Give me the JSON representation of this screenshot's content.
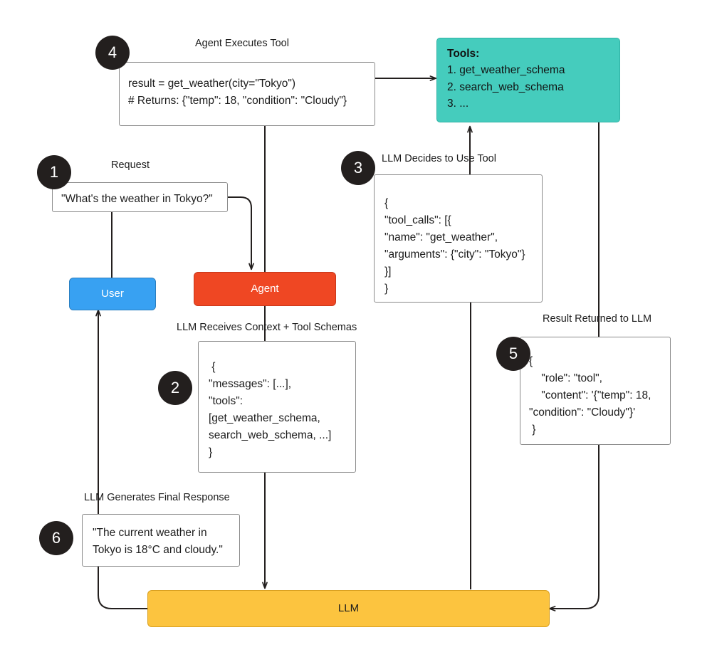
{
  "diagram": {
    "title": "LLM Agent Tool-Calling Flow",
    "colors": {
      "user": "#38a1f2",
      "agent": "#ef4723",
      "llm": "#fcc43f",
      "tools": "#45ccbd",
      "badge": "#231f1e",
      "box_border": "#8a8a8a"
    }
  },
  "nodes": {
    "user": {
      "label": "User"
    },
    "agent": {
      "label": "Agent"
    },
    "llm": {
      "label": "LLM"
    },
    "tools": {
      "heading": "Tools:",
      "items": [
        "1. get_weather_schema",
        "2. search_web_schema",
        "3. ..."
      ]
    }
  },
  "steps": [
    {
      "number": "1",
      "caption": "Request",
      "body": "\"What's the weather in Tokyo?\""
    },
    {
      "number": "2",
      "caption": "LLM Receives Context + Tool Schemas",
      "body": " {\n\"messages\": [...],\n\"tools\":\n[get_weather_schema,\nsearch_web_schema, ...]\n}"
    },
    {
      "number": "3",
      "caption": "LLM Decides to Use Tool",
      "body": "{\n\"tool_calls\": [{\n\"name\": \"get_weather\",\n\"arguments\": {\"city\": \"Tokyo\"}\n}]\n}"
    },
    {
      "number": "4",
      "caption": "Agent Executes Tool",
      "body": "result = get_weather(city=\"Tokyo\")\n# Returns: {\"temp\": 18, \"condition\": \"Cloudy\"}"
    },
    {
      "number": "5",
      "caption": "Result Returned to LLM",
      "body": "{\n    \"role\": \"tool\",\n    \"content\": '{\"temp\": 18,\n\"condition\": \"Cloudy\"}'\n }"
    },
    {
      "number": "6",
      "caption": "LLM Generates Final Response",
      "body": "\"The current weather in\nTokyo is 18°C and cloudy.\""
    }
  ]
}
